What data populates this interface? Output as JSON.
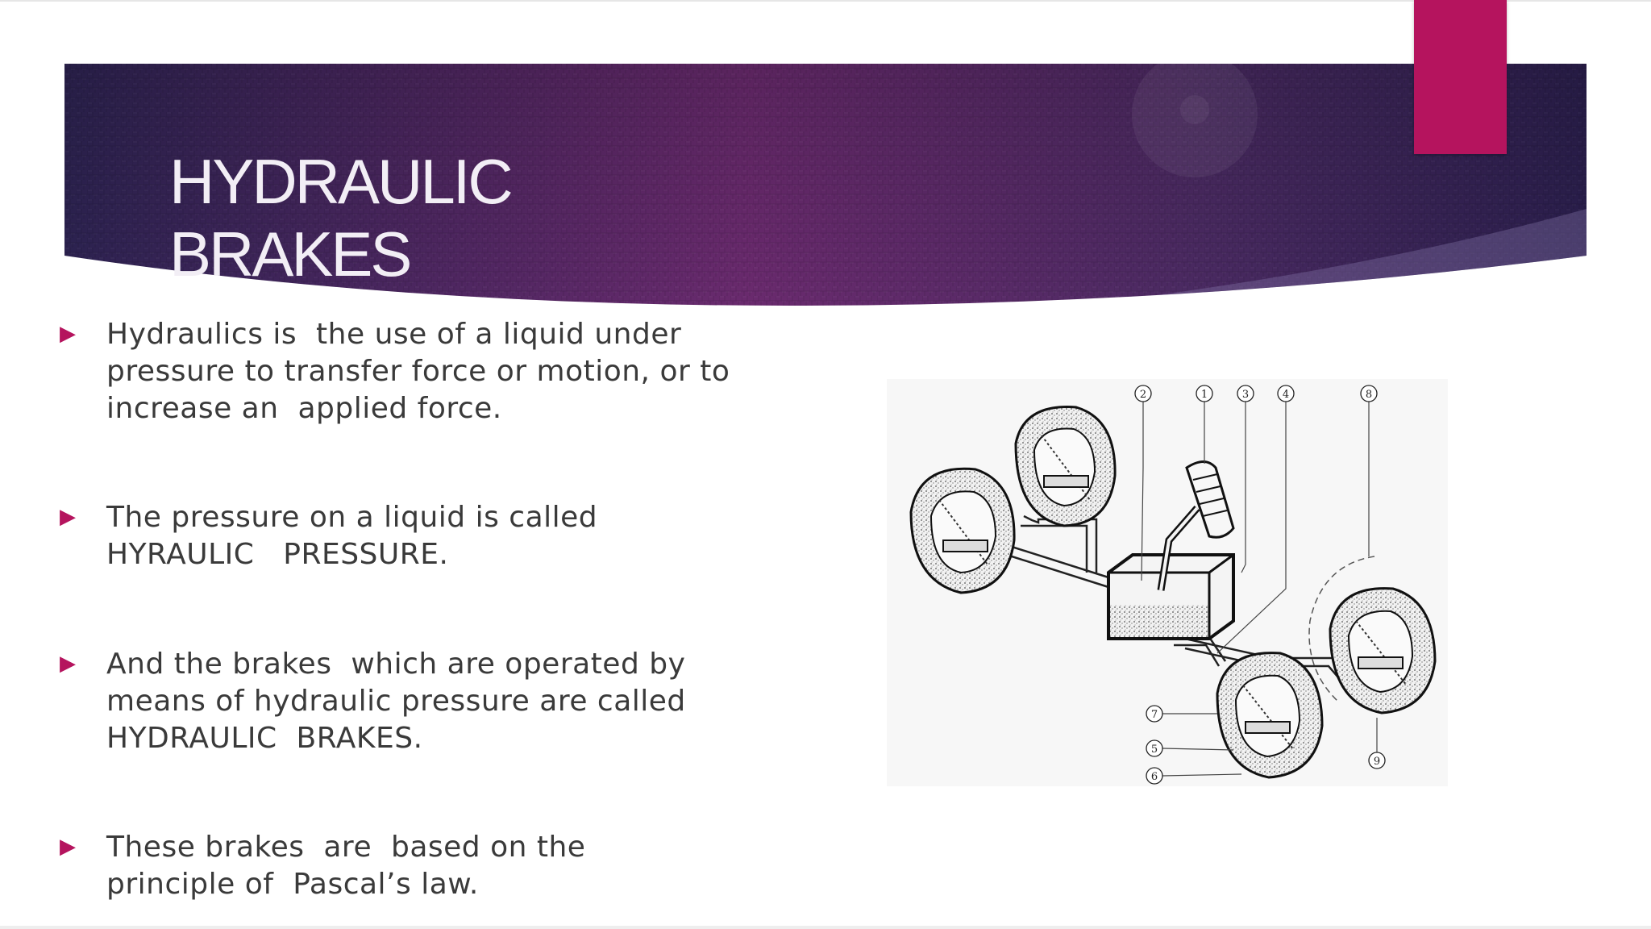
{
  "slide": {
    "title_lines": [
      "HYDRAULIC",
      "BRAKES"
    ],
    "bullets": [
      {
        "lines": [
          "Hydraulics is  the use of a liquid under",
          "pressure to transfer force or motion, or to",
          "increase an  applied force."
        ]
      },
      {
        "lines": [
          "The pressure on a liquid is called",
          "HYRAULIC   PRESSURE."
        ]
      },
      {
        "lines": [
          "And the brakes  which are operated by",
          "means of hydraulic pressure are called",
          "HYDRAULIC  BRAKES."
        ]
      },
      {
        "lines": [
          "These brakes  are  based on the",
          "principle of  Pascal’s law."
        ]
      }
    ],
    "bullet_marker": "▶",
    "diagram": {
      "callout_numbers": [
        "2",
        "1",
        "3",
        "4",
        "8",
        "7",
        "5",
        "6",
        "9"
      ]
    }
  },
  "colors": {
    "accent": "#b5145e",
    "banner_dark": "#2b1f4e",
    "banner_mid": "#6a2a6e",
    "title_text": "#f2eef5",
    "body_text": "#3a3a3a"
  }
}
